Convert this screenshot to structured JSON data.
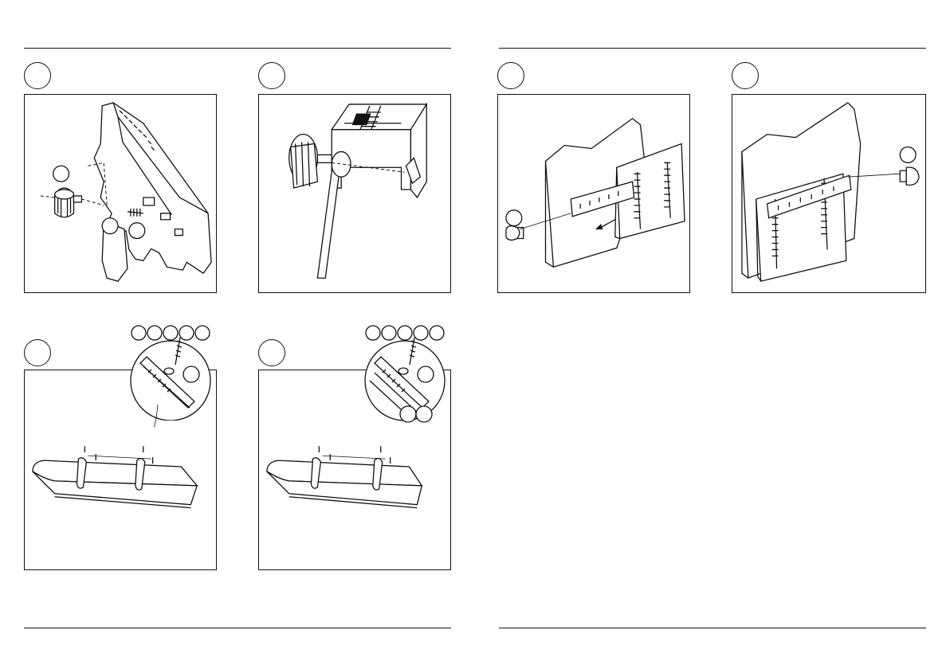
{
  "document": {
    "pages": [
      {
        "side": "left",
        "steps": [
          {
            "id": "top-left",
            "number": "",
            "part_labels": [
              "",
              "",
              ""
            ]
          },
          {
            "id": "top-right",
            "number": "",
            "part_labels": []
          },
          {
            "id": "bottom-left",
            "number": "",
            "part_labels": [
              "",
              "",
              "",
              "",
              "",
              ""
            ]
          },
          {
            "id": "bottom-right",
            "number": "",
            "part_labels": [
              "",
              "",
              "",
              "",
              "",
              "",
              "",
              ""
            ]
          }
        ]
      },
      {
        "side": "right",
        "steps": [
          {
            "id": "top-left",
            "number": "",
            "part_labels": [
              ""
            ]
          },
          {
            "id": "top-right",
            "number": "",
            "part_labels": [
              ""
            ]
          }
        ]
      }
    ]
  }
}
